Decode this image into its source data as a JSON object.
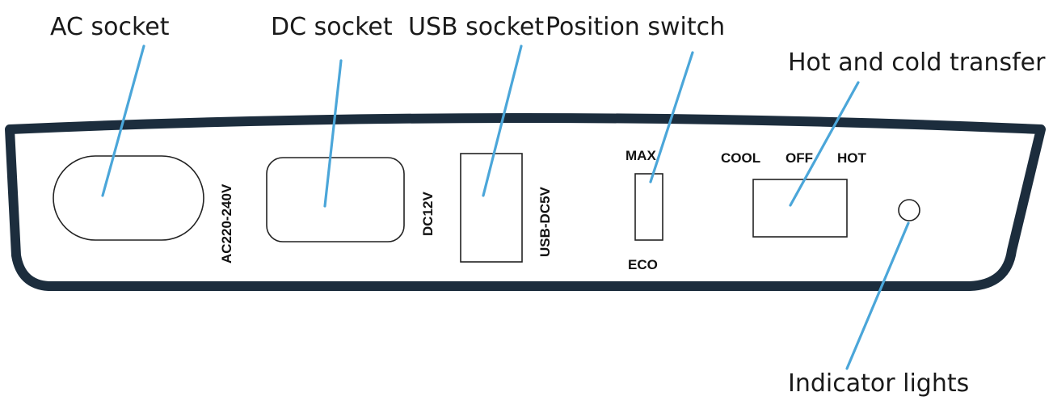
{
  "callouts": {
    "ac_socket": "AC socket",
    "dc_socket": "DC socket",
    "usb_socket": "USB socket",
    "position_switch": "Position switch",
    "hot_cold_transfer": "Hot and cold transfer",
    "indicator_lights": "Indicator lights"
  },
  "panel_labels": {
    "ac_rating": "AC220-240V",
    "dc_rating": "DC12V",
    "usb_rating": "USB-DC5V",
    "switch_max": "MAX",
    "switch_eco": "ECO",
    "mode_cool": "COOL",
    "mode_off": "OFF",
    "mode_hot": "HOT"
  },
  "colors": {
    "housing": "#1c2d3d",
    "leader_line": "#4ba6d9",
    "label_text": "#1a1a1a"
  }
}
